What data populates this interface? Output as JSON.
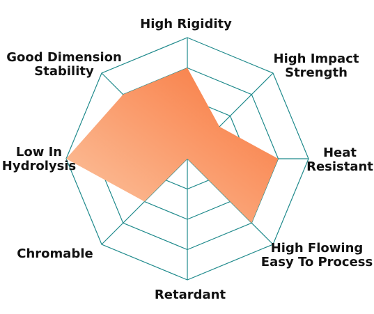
{
  "chart_data": {
    "type": "radar",
    "axes": [
      "High Rigidity",
      "High Impact Strength",
      "Heat Resistant",
      "High Flowing Easy To Process",
      "Retardant",
      "Chromable",
      "Low In Hydrolysis",
      "Good Dimension Stability"
    ],
    "axis_label_lines": [
      [
        "High Rigidity"
      ],
      [
        "High Impact",
        "Strength"
      ],
      [
        "Heat",
        "Resistant"
      ],
      [
        "High Flowing",
        "Easy To Process"
      ],
      [
        "Retardant"
      ],
      [
        "Chromable"
      ],
      [
        "Low In",
        "Hydrolysis"
      ],
      [
        "Good Dimension",
        "Stability"
      ]
    ],
    "values": [
      3,
      1.5,
      3,
      3,
      0,
      2,
      4,
      3
    ],
    "scale_max": 4,
    "rings": 4,
    "shape": "octagon",
    "colors": {
      "grid": "#1f8a8c",
      "fill_light": "#fcc7a3",
      "fill_dark": "#f8743a"
    }
  }
}
